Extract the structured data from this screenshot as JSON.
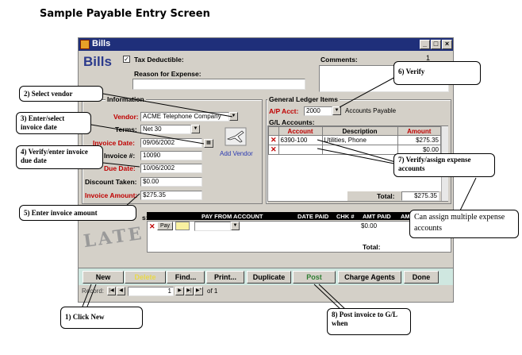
{
  "page_title": "Sample Payable Entry Screen",
  "window": {
    "title": "Bills",
    "heading": "Bills",
    "tax_deductible_label": "Tax Deductible:",
    "tax_deductible_checked": true,
    "reason_label": "Reason for Expense:",
    "reason_value": "",
    "comments_label": "Comments:",
    "record_number_top": "1",
    "minimize": "_",
    "maximize": "□",
    "close": "×"
  },
  "vendor_info": {
    "group_title": "Information",
    "vendor_label": "Vendor:",
    "vendor_value": "ACME Telephone Company",
    "terms_label": "Terms:",
    "terms_value": "Net 30",
    "invoice_date_label": "Invoice Date:",
    "invoice_date_value": "09/06/2002",
    "invoice_num_label": "Invoice #:",
    "invoice_num_value": "10090",
    "due_date_label": "Due Date:",
    "due_date_value": "10/06/2002",
    "discount_label": "Discount Taken:",
    "discount_value": "$0.00",
    "invoice_amount_label": "Invoice Amount:",
    "invoice_amount_value": "$275.35",
    "add_vendor_label": "Add Vendor"
  },
  "gl_items": {
    "group_title": "General Ledger Items",
    "ap_acct_label": "A/P Acct:",
    "ap_acct_value": "2000",
    "ap_acct_desc": "Accounts Payable",
    "gl_accounts_label": "G/L Accounts:",
    "columns": [
      "Account",
      "Description",
      "Amount"
    ],
    "rows": [
      {
        "account": "6390-100",
        "description": "Utilities, Phone",
        "amount": "$275.35"
      },
      {
        "account": "",
        "description": "",
        "amount": "$0.00"
      }
    ],
    "total_label": "Total:",
    "total_value": "$275.35"
  },
  "payments": {
    "label": "s:",
    "columns": [
      "PAY FROM ACCOUNT",
      "DATE PAID",
      "CHK #",
      "AMT PAID",
      "AMT"
    ],
    "pay_button": "Pay",
    "amt_paid": "$0.00",
    "total_label": "Total:",
    "late_stamp": "LATE"
  },
  "buttons": {
    "new": "New",
    "delete": "Delete",
    "find": "Find...",
    "print": "Print...",
    "duplicate": "Duplicate",
    "post": "Post",
    "charge_agents": "Charge Agents",
    "done": "Done"
  },
  "record_nav": {
    "label": "Record:",
    "current": "1",
    "of_label": "of 1"
  },
  "callouts": {
    "select_vendor": "2) Select vendor",
    "invoice_date": "3) Enter/select invoice date",
    "due_date": "4) Verify/enter invoice due date",
    "invoice_amount": "5) Enter invoice amount",
    "verify": "6) Verify",
    "expense_accounts": "7) Verify/assign expense accounts",
    "multiple": "Can assign multiple expense accounts",
    "click_new": "1) Click New",
    "post_invoice": "8)  Post invoice to G/L when"
  },
  "colors": {
    "titlebar": "#1f2f7a",
    "heading": "#2b3a8c",
    "required_label": "#c00000",
    "navbar": "#cfe7e0",
    "delete_label": "#e8d84a",
    "post_label": "#2e7d32"
  }
}
